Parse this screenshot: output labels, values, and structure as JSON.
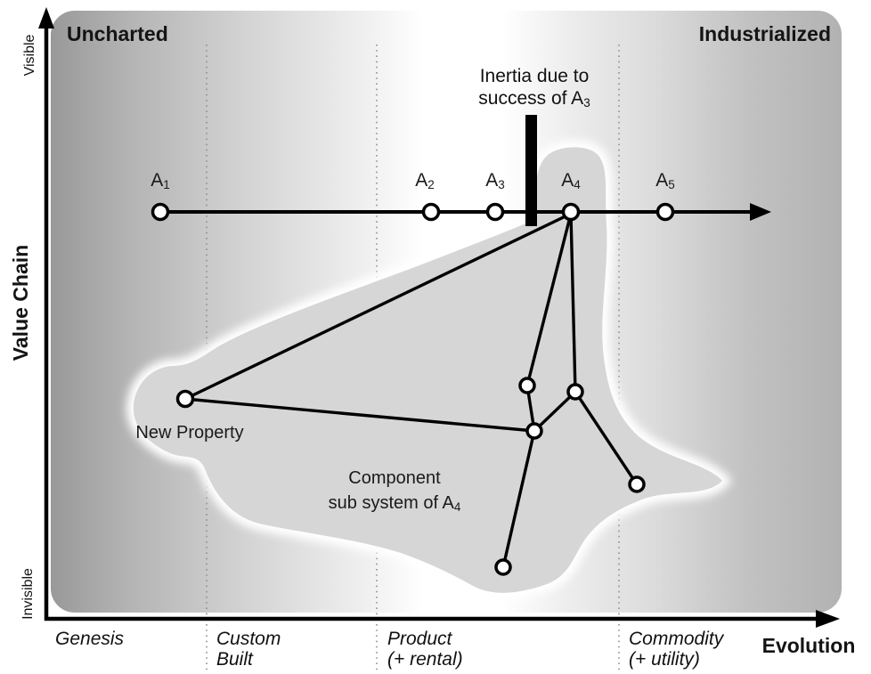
{
  "regions": {
    "left": "Uncharted",
    "right": "Industrialized"
  },
  "value_chain_axis": {
    "label": "Value Chain",
    "top": "Visible",
    "bottom": "Invisible"
  },
  "evolution_axis": {
    "label": "Evolution",
    "stages": [
      {
        "line1": "Genesis",
        "line2": ""
      },
      {
        "line1": "Custom",
        "line2": "Built"
      },
      {
        "line1": "Product",
        "line2": "(+ rental)"
      },
      {
        "line1": "Commodity",
        "line2": "(+ utility)"
      }
    ]
  },
  "pipeline": {
    "nodes": [
      {
        "base": "A",
        "sub": "1"
      },
      {
        "base": "A",
        "sub": "2"
      },
      {
        "base": "A",
        "sub": "3"
      },
      {
        "base": "A",
        "sub": "4"
      },
      {
        "base": "A",
        "sub": "5"
      }
    ]
  },
  "annotations": {
    "inertia_line1": "Inertia due to",
    "inertia_line2_base": "success of A",
    "inertia_line2_sub": "3",
    "new_property": "New Property",
    "component_line1": "Component",
    "component_line2_base": "sub system of A",
    "component_line2_sub": "4"
  },
  "colors": {
    "blob": "#d6d6d6",
    "ink": "#000000",
    "gradient_left": "#999999",
    "gradient_middle": "#ffffff",
    "gradient_right": "#b2b2b2",
    "divider": "#8f8f8f"
  }
}
